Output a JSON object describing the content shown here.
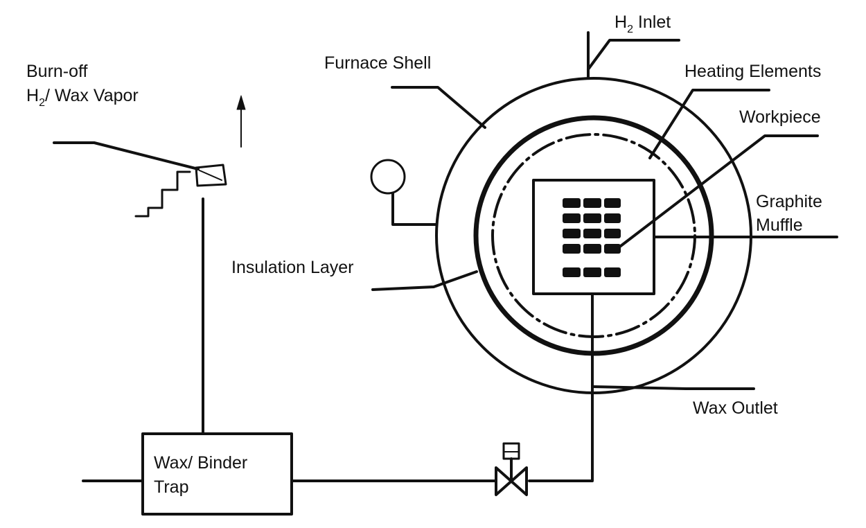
{
  "labels": {
    "burnoff_line1": "Burn-off",
    "burnoff_h": "H",
    "burnoff_sub": "2",
    "burnoff_rest": "/ Wax Vapor",
    "h2_h": "H",
    "h2_sub": "2",
    "h2_rest": " Inlet",
    "furnace_shell": "Furnace Shell",
    "heating_elements": "Heating Elements",
    "workpiece": "Workpiece",
    "graphite_line1": "Graphite",
    "graphite_line2": "Muffle",
    "insulation_layer": "Insulation Layer",
    "wax_outlet": "Wax Outlet",
    "trap_line1": "Wax/ Binder",
    "trap_line2": "Trap"
  },
  "colors": {
    "stroke": "#111111",
    "background": "#ffffff"
  }
}
